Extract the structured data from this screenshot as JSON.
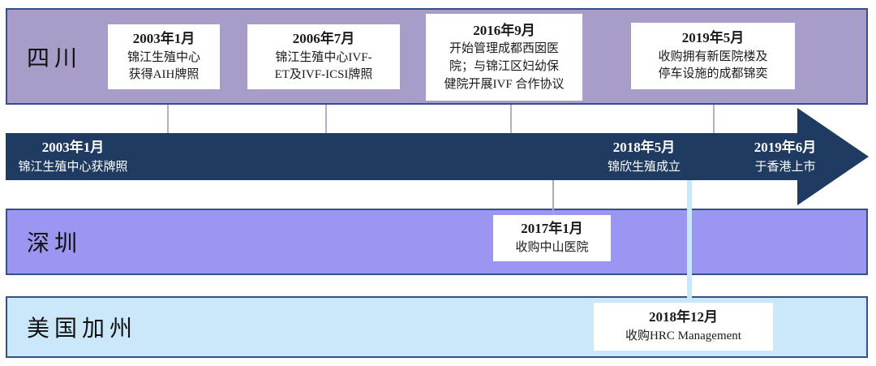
{
  "colors": {
    "sichuan_band": "#A89CC8",
    "shenzhen_band": "#9A96F2",
    "california_band": "#CBE7FA",
    "band_border": "#34508C",
    "arrow": "#1F3B61",
    "connector_purple": "#B5AEC8",
    "connector_blue": "#C9E9FA",
    "card_background": "#FFFFFF"
  },
  "regions": {
    "sichuan": {
      "label": "四川",
      "events": [
        {
          "date": "2003年1月",
          "text": "锦江生殖中心\n获得AIH牌照"
        },
        {
          "date": "2006年7月",
          "text": "锦江生殖中心IVF-\nET及IVF-ICSI牌照"
        },
        {
          "date": "2016年9月",
          "text": "开始管理成都西囡医\n院；与锦江区妇幼保\n健院开展IVF 合作协议"
        },
        {
          "date": "2019年5月",
          "text": "收购拥有新医院楼及\n停车设施的成都锦奕"
        }
      ]
    },
    "shenzhen": {
      "label": "深圳",
      "events": [
        {
          "date": "2017年1月",
          "text": "收购中山医院"
        }
      ]
    },
    "california": {
      "label": "美国加州",
      "events": [
        {
          "date": "2018年12月",
          "text": "收购HRC Management"
        }
      ]
    }
  },
  "arrow_milestones": [
    {
      "date": "2003年1月",
      "text": "锦江生殖中心获牌照"
    },
    {
      "date": "2018年5月",
      "text": "锦欣生殖成立"
    },
    {
      "date": "2019年6月",
      "text": "于香港上市"
    }
  ]
}
